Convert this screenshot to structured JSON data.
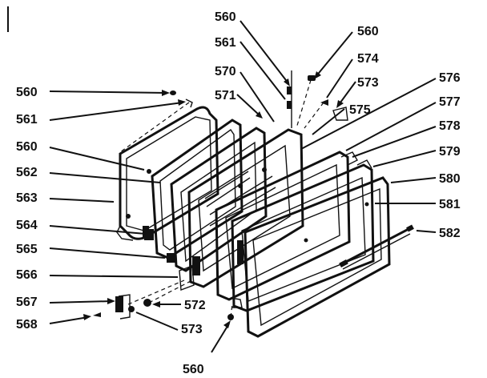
{
  "callouts": [
    {
      "id": "c560a",
      "text": "560"
    },
    {
      "id": "c560b",
      "text": "560"
    },
    {
      "id": "c561a",
      "text": "561"
    },
    {
      "id": "c574",
      "text": "574"
    },
    {
      "id": "c570",
      "text": "570"
    },
    {
      "id": "c573a",
      "text": "573"
    },
    {
      "id": "c576",
      "text": "576"
    },
    {
      "id": "c560c",
      "text": "560"
    },
    {
      "id": "c571",
      "text": "571"
    },
    {
      "id": "c575",
      "text": "575"
    },
    {
      "id": "c577",
      "text": "577"
    },
    {
      "id": "c561b",
      "text": "561"
    },
    {
      "id": "c578",
      "text": "578"
    },
    {
      "id": "c560d",
      "text": "560"
    },
    {
      "id": "c579",
      "text": "579"
    },
    {
      "id": "c562",
      "text": "562"
    },
    {
      "id": "c580",
      "text": "580"
    },
    {
      "id": "c563",
      "text": "563"
    },
    {
      "id": "c581",
      "text": "581"
    },
    {
      "id": "c564",
      "text": "564"
    },
    {
      "id": "c582",
      "text": "582"
    },
    {
      "id": "c565",
      "text": "565"
    },
    {
      "id": "c566",
      "text": "566"
    },
    {
      "id": "c567",
      "text": "567"
    },
    {
      "id": "c572",
      "text": "572"
    },
    {
      "id": "c568",
      "text": "568"
    },
    {
      "id": "c573b",
      "text": "573"
    },
    {
      "id": "c560e",
      "text": "560"
    }
  ]
}
